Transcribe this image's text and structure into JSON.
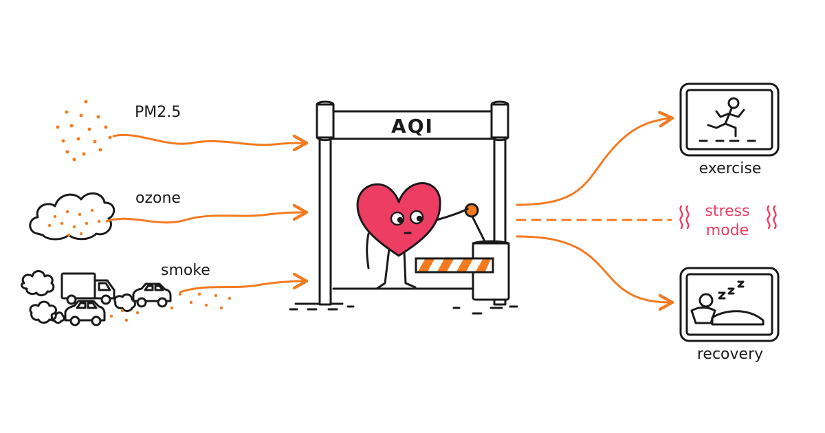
{
  "inputs": {
    "pm25_label": "PM2.5",
    "ozone_label": "ozone",
    "smoke_label": "smoke"
  },
  "gate": {
    "title": "AQI"
  },
  "outputs": {
    "exercise_label": "exercise",
    "stress_line1": "stress",
    "stress_line2": "mode",
    "recovery_label": "recovery"
  },
  "colors": {
    "accent": "#f47a20",
    "heart": "#ee3d63",
    "ink": "#1a1a1a",
    "stress_text": "#ee3d63"
  }
}
